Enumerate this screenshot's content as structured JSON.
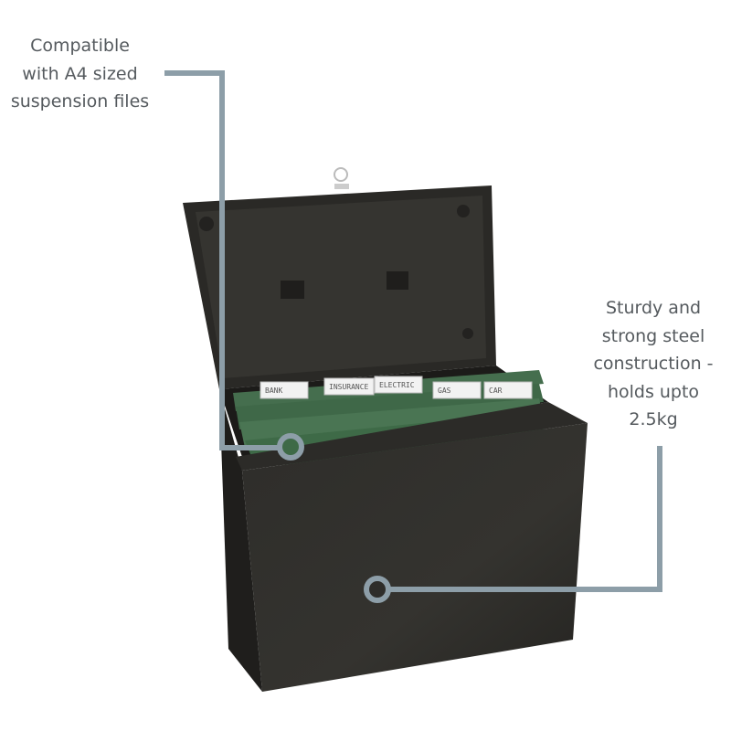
{
  "callouts": [
    {
      "lines": [
        "Compatible",
        "with A4 sized",
        "suspension files"
      ]
    },
    {
      "lines": [
        "Sturdy and",
        "strong steel",
        "construction -",
        "holds upto",
        "2.5kg"
      ]
    }
  ],
  "file_tabs": [
    "BANK",
    "INSURANCE",
    "ELECTRIC",
    "GAS",
    "CAR"
  ],
  "colors": {
    "callout": "#8d9ea8",
    "box": "#2b2a27",
    "folder": "#3e6a47",
    "text": "#555a5e"
  }
}
